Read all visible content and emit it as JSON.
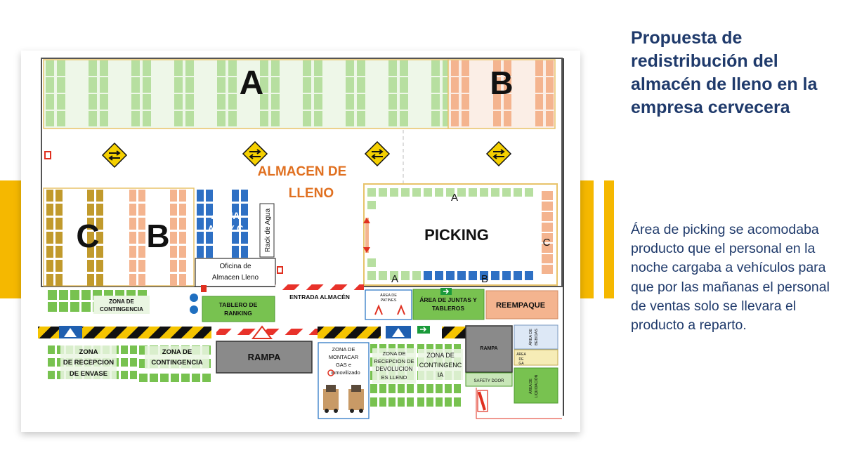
{
  "slide": {
    "title": "Propuesta de redistribución del almacén de lleno en la empresa cervecera",
    "body": "Área de picking se acomodaba producto que el personal en la noche cargaba a vehículos para que por las mañanas el personal de ventas solo se llevara el producto a reparto."
  },
  "plan": {
    "zone_a": "A",
    "zone_b": "B",
    "zone_c": "C",
    "almacen_line1": "ALMACEN DE",
    "almacen_line2": "LLENO",
    "agua_line1": "AGUA",
    "agua_line2": "A, B Y C",
    "rack_agua": "Rack de Agua",
    "oficina_line1": "Oficina de",
    "oficina_line2": "Almacen Lleno",
    "picking": "PICKING",
    "picking_a": "A",
    "picking_b": "B",
    "picking_c": "C",
    "contingencia_line1": "ZONA DE",
    "contingencia_line2": "CONTINGENCIA",
    "tablero_line1": "TABLERO DE",
    "tablero_line2": "RANKING",
    "entrada": "ENTRADA ALMACÉN",
    "patines_line1": "ÁREA DE",
    "patines_line2": "PATINES",
    "juntas_line1": "ÁREA DE JUNTAS Y",
    "juntas_line2": "TABLEROS",
    "reempaque": "REEMPAQUE",
    "recepcion_envase_line1": "ZONA",
    "recepcion_envase_line2": "DE RECEPCION",
    "recepcion_envase_line3": "DE ENVASE",
    "contingencia2_line1": "ZONA DE",
    "contingencia2_line2": "CONTINGENCIA",
    "rampa": "RAMPA",
    "montacargas_line1": "ZONA DE",
    "montacargas_line2": "MONTACAR",
    "montacargas_line3": "GAS e",
    "montacargas_line4": "inmovilizado",
    "devolucion_line1": "ZONA DE",
    "devolucion_line2": "RECEPCION DE",
    "devolucion_line3": "DEVOLUCION",
    "devolucion_line4": "ES LLENO",
    "contingencia3_line1": "ZONA DE",
    "contingencia3_line2": "CONTINGENC",
    "contingencia3_line3": "IA",
    "rampa2": "RAMPA",
    "safety_door": "SAFETY DOOR",
    "bebidas_line1": "ÁREA DE",
    "bebidas_line2": "BEBIDAS",
    "area_label": "ÁREA",
    "area_label2": "DE",
    "area_label3": "GA",
    "area_label4": "ÁREA DE",
    "area_label5": "LIQUIDACIÓN"
  },
  "colors": {
    "accent_bar": "#f5b800",
    "title_text": "#1f3a6b",
    "zone_green": "#b7dfa0",
    "zone_salmon": "#f4b48f",
    "zone_mustard": "#c19a2c",
    "zone_blue": "#2e70c4",
    "zone_bright_green": "#78c250",
    "label_orange": "#e07020",
    "ramp_gray": "#8a8a8a"
  },
  "icons": {
    "traffic": "bidirectional-traffic-sign-icon",
    "extinguisher": "fire-extinguisher-icon",
    "pedestrian": "pedestrian-crossing-icon",
    "exit": "exit-arrow-icon",
    "forklift": "forklift-icon"
  }
}
